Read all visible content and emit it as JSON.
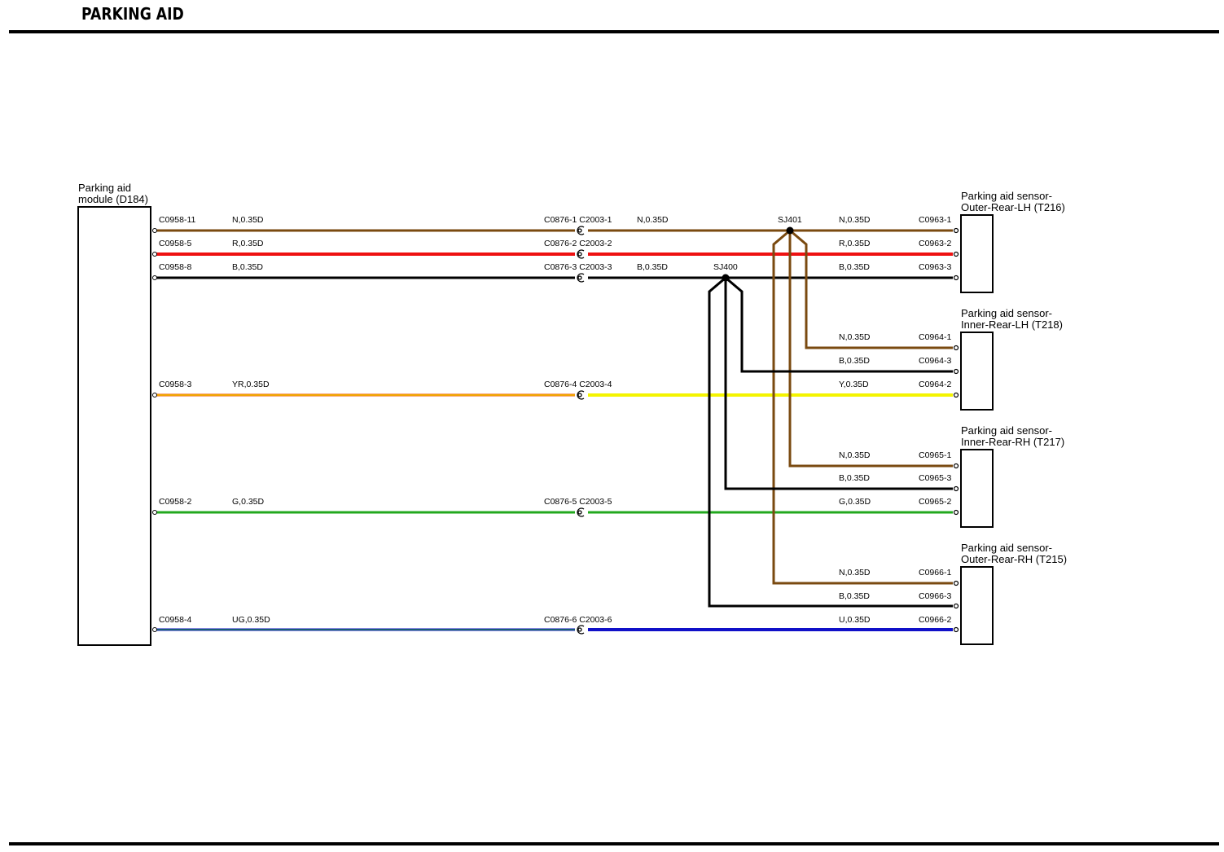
{
  "page_title": "PARKING AID",
  "components": {
    "module": {
      "line1": "Parking aid",
      "line2": "module (D184)"
    },
    "sensor_olh": {
      "line1": "Parking aid sensor-",
      "line2": "Outer-Rear-LH (T216)"
    },
    "sensor_ilh": {
      "line1": "Parking aid sensor-",
      "line2": "Inner-Rear-LH (T218)"
    },
    "sensor_irh": {
      "line1": "Parking aid sensor-",
      "line2": "Inner-Rear-RH (T217)"
    },
    "sensor_orh": {
      "line1": "Parking aid sensor-",
      "line2": "Outer-Rear-RH (T215)"
    }
  },
  "splices": {
    "sj401": "SJ401",
    "sj400": "SJ400"
  },
  "colors": {
    "N": "#7a4a10",
    "R": "#ee1111",
    "B": "#000000",
    "Y": "#f4f400",
    "G": "#22a81e",
    "U": "#1010c8",
    "YR_base": "#ee5500"
  },
  "left_wires": [
    {
      "pin": "C0958-11",
      "spec": "N,0.35D",
      "mid": "C0876-1 C2003-1"
    },
    {
      "pin": "C0958-5",
      "spec": "R,0.35D",
      "mid": "C0876-2 C2003-2"
    },
    {
      "pin": "C0958-8",
      "spec": "B,0.35D",
      "mid": "C0876-3 C2003-3"
    },
    {
      "pin": "C0958-3",
      "spec": "YR,0.35D",
      "mid": "C0876-4 C2003-4"
    },
    {
      "pin": "C0958-2",
      "spec": "G,0.35D",
      "mid": "C0876-5 C2003-5"
    },
    {
      "pin": "C0958-4",
      "spec": "UG,0.35D",
      "mid": "C0876-6 C2003-6"
    }
  ],
  "mid_specs": {
    "row1": "N,0.35D",
    "row3": "B,0.35D"
  },
  "right_wires": [
    {
      "spec": "N,0.35D",
      "pin": "C0963-1"
    },
    {
      "spec": "R,0.35D",
      "pin": "C0963-2"
    },
    {
      "spec": "B,0.35D",
      "pin": "C0963-3"
    },
    {
      "spec": "N,0.35D",
      "pin": "C0964-1"
    },
    {
      "spec": "B,0.35D",
      "pin": "C0964-3"
    },
    {
      "spec": "Y,0.35D",
      "pin": "C0964-2"
    },
    {
      "spec": "N,0.35D",
      "pin": "C0965-1"
    },
    {
      "spec": "B,0.35D",
      "pin": "C0965-3"
    },
    {
      "spec": "G,0.35D",
      "pin": "C0965-2"
    },
    {
      "spec": "N,0.35D",
      "pin": "C0966-1"
    },
    {
      "spec": "B,0.35D",
      "pin": "C0966-3"
    },
    {
      "spec": "U,0.35D",
      "pin": "C0966-2"
    }
  ]
}
